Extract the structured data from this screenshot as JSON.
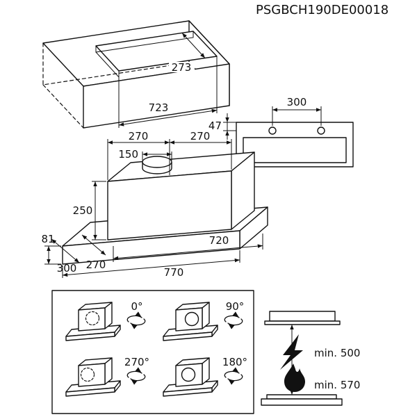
{
  "title": "PSGBCH190DE00018",
  "worktop_cutout": {
    "depth": "273",
    "width": "723"
  },
  "front_view": {
    "bracket_spacing": "300",
    "bracket_offset": "47"
  },
  "hood_view": {
    "half_width_left": "270",
    "half_width_right": "270",
    "duct_diameter": "150",
    "body_height": "250",
    "plate_height": "81",
    "plate_depth": "300",
    "body_depth": "270",
    "niche_width": "720",
    "total_width": "770"
  },
  "rotation_options": [
    {
      "angle": "0°"
    },
    {
      "angle": "90°"
    },
    {
      "angle": "270°"
    },
    {
      "angle": "180°"
    }
  ],
  "clearances": {
    "electric": "min. 500",
    "gas": "min. 570"
  }
}
